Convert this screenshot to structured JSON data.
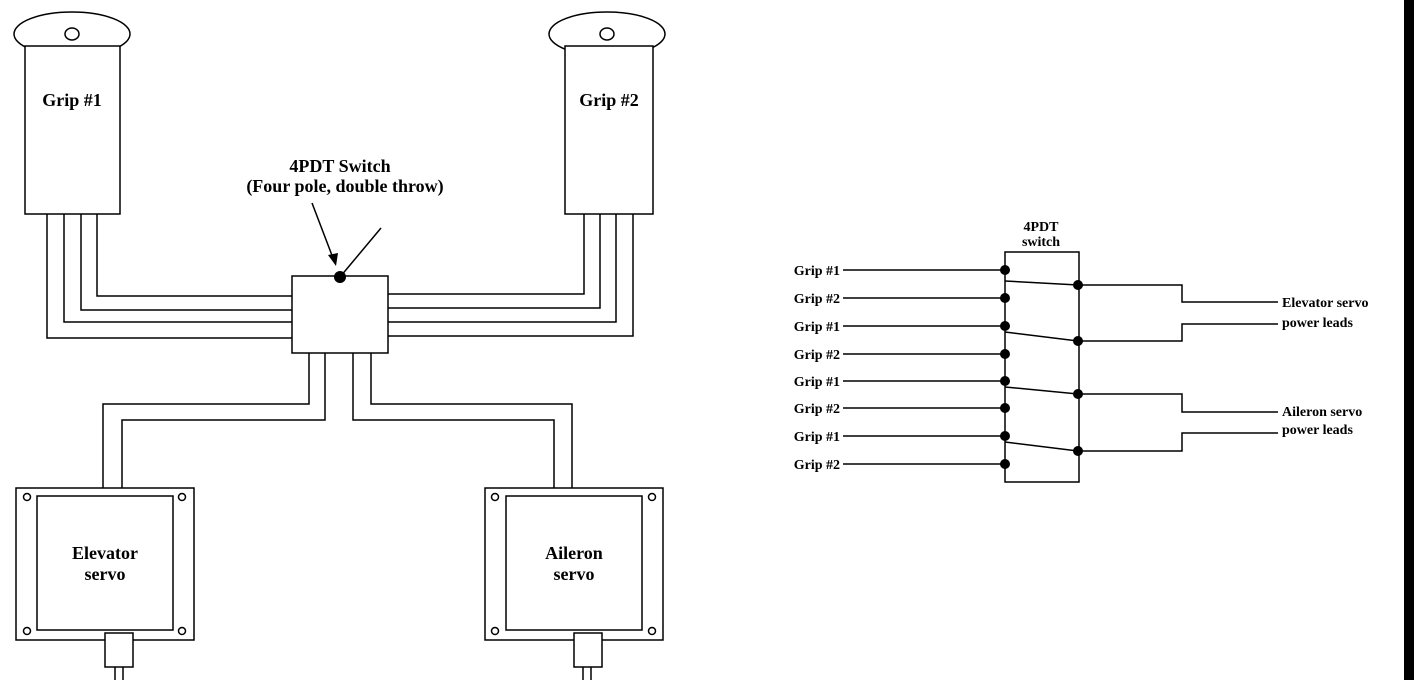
{
  "left_diagram": {
    "grip1_label": "Grip #1",
    "grip2_label": "Grip #2",
    "switch_title": "4PDT Switch",
    "switch_subtitle": "(Four pole, double throw)",
    "elevator_label_line1": "Elevator",
    "elevator_label_line2": "servo",
    "aileron_label_line1": "Aileron",
    "aileron_label_line2": "servo"
  },
  "right_diagram": {
    "switch_label_line1": "4PDT",
    "switch_label_line2": "switch",
    "inputs": [
      "Grip #1",
      "Grip #2",
      "Grip #1",
      "Grip #2",
      "Grip #1",
      "Grip #2",
      "Grip #1",
      "Grip #2"
    ],
    "elevator_output_line1": "Elevator servo",
    "elevator_output_line2": "power leads",
    "aileron_output_line1": "Aileron servo",
    "aileron_output_line2": "power leads"
  },
  "colors": {
    "line": "#000000",
    "background": "#ffffff"
  }
}
